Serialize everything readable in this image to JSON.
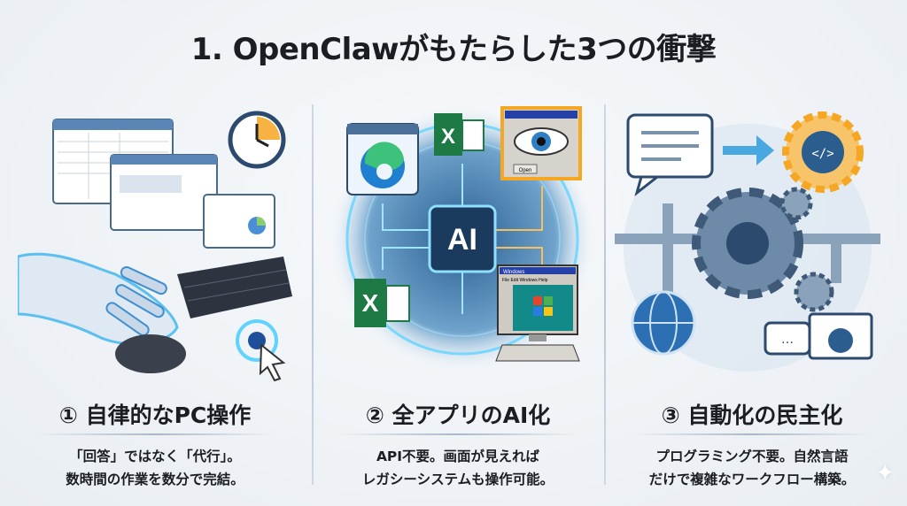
{
  "title": "1. OpenClawがもたらした3つの衝撃",
  "columns": [
    {
      "heading": "① 自律的なPC操作",
      "lines": [
        "「回答」ではなく「代行」。",
        "数時間の作業を数分で完結。"
      ]
    },
    {
      "heading": "② 全アプリのAI化",
      "lines": [
        "API不要。画面が見えれば",
        "レガシーシステムも操作可能。"
      ],
      "illustration": {
        "chip_label": "AI",
        "dialog_button": "Open",
        "window_title": "Windows",
        "menu": [
          "File",
          "Edit",
          "Windows",
          "Help"
        ],
        "excel_letter": "X"
      }
    },
    {
      "heading": "③ 自動化の民主化",
      "lines": [
        "プログラミング不要。自然言語",
        "だけで複雑なワークフロー構築。"
      ]
    }
  ],
  "colors": {
    "glow": "#5fd3ff",
    "accent_orange": "#f5a623",
    "excel_green": "#1d7a45"
  }
}
